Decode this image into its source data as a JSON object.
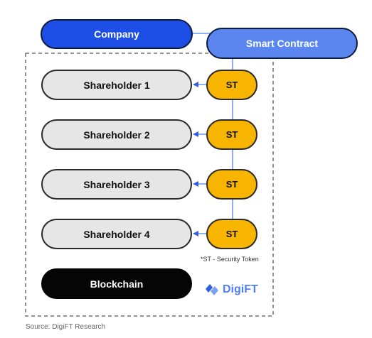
{
  "company": {
    "label": "Company"
  },
  "smart_contract": {
    "label": "Smart Contract"
  },
  "shareholders": [
    {
      "label": "Shareholder 1",
      "token": "ST"
    },
    {
      "label": "Shareholder 2",
      "token": "ST"
    },
    {
      "label": "Shareholder 3",
      "token": "ST"
    },
    {
      "label": "Shareholder 4",
      "token": "ST"
    }
  ],
  "blockchain": {
    "label": "Blockchain"
  },
  "footnote": "*ST - Security Token",
  "logo": {
    "text": "DigiFT"
  },
  "source": "Source: DigiFT Research",
  "colors": {
    "company": "#1d4fe6",
    "smart_contract": "#5b86f0",
    "shareholder": "#e6e6e6",
    "token": "#f7b500",
    "blockchain": "#050505",
    "connector": "#4f7ff0"
  }
}
